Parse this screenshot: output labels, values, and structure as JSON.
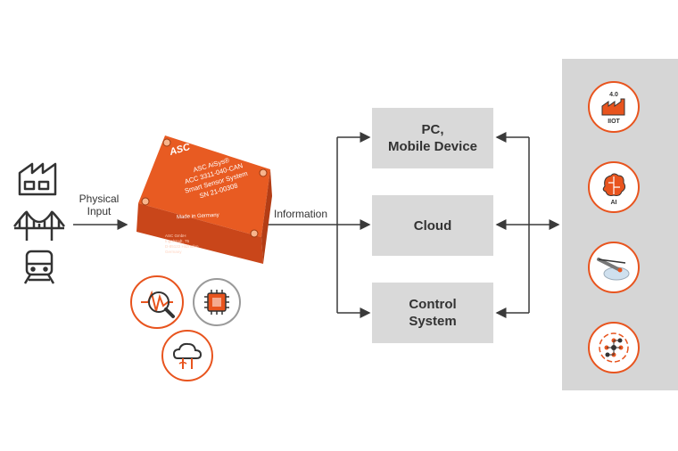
{
  "inputs": {
    "label": "Physical\nInput",
    "icons": [
      "factory-icon",
      "bridge-icon",
      "train-icon"
    ]
  },
  "device": {
    "logo": "ASC",
    "lines": [
      "ASC AiSys®",
      "ACC 3311-040-CAN",
      "Smart Sensor System",
      "SN 21-00308"
    ],
    "made_in": "Made in Germany",
    "seal_lines": [
      "ASC GmbH",
      "Ingolstadt, 75",
      "D-85122 Hitzhofen",
      "Germany"
    ],
    "features": [
      "vibration-analysis-icon",
      "chip-icon",
      "cloud-sensor-icon"
    ]
  },
  "output": {
    "label": "Information"
  },
  "targets": [
    {
      "label": "PC,\nMobile Device"
    },
    {
      "label": "Cloud"
    },
    {
      "label": "Control\nSystem"
    }
  ],
  "applications": [
    {
      "icon": "iiot-factory-icon",
      "top_text": "4.0",
      "bottom_text": "IIOT"
    },
    {
      "icon": "ai-brain-icon",
      "text": "AI"
    },
    {
      "icon": "robot-arm-icon"
    },
    {
      "icon": "network-process-icon"
    }
  ],
  "colors": {
    "accent": "#e8541e",
    "box": "#d9d9d9",
    "panel": "#d6d6d6",
    "line": "#3a3a3a"
  }
}
